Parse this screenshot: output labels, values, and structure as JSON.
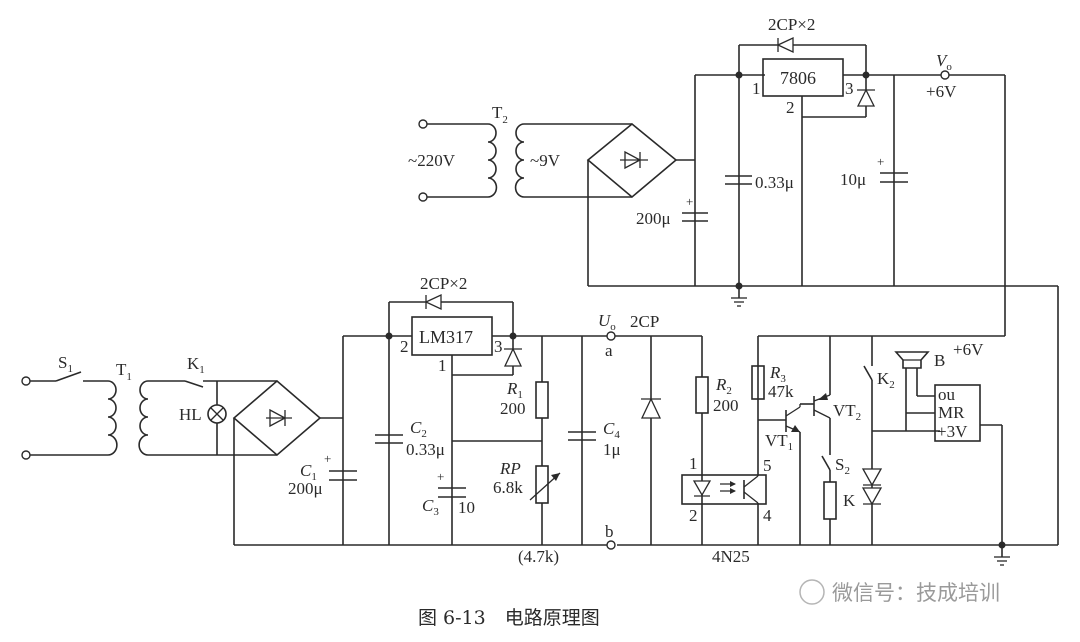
{
  "diagram": {
    "caption": "图 6-13　电路原理图",
    "watermark": "微信号：技成培训",
    "upper_supply": {
      "transformer": {
        "name": "T",
        "sub": "2",
        "primary": "~220V",
        "secondary": "~9V"
      },
      "filter_cap": "200μ",
      "regulator": {
        "name": "7806",
        "pin1": "1",
        "pin2": "2",
        "pin3": "3"
      },
      "protect_diodes": "2CP×2",
      "cap_in": "0.33μ",
      "cap_out": "10μ",
      "output": {
        "name": "V",
        "sub": "o",
        "value": "+6V"
      }
    },
    "lower_supply": {
      "switch": {
        "name": "S",
        "sub": "1"
      },
      "transformer": {
        "name": "T",
        "sub": "1"
      },
      "relay_contact": {
        "name": "K",
        "sub": "1"
      },
      "lamp": "HL",
      "c1": {
        "name": "C",
        "sub": "1",
        "value": "200μ"
      },
      "regulator": {
        "name": "LM317",
        "pin1": "1",
        "pin2": "2",
        "pin3": "3"
      },
      "protect_diodes": "2CP×2",
      "c2": {
        "name": "C",
        "sub": "2",
        "value": "0.33μ"
      },
      "c3": {
        "name": "C",
        "sub": "3",
        "value": "10"
      },
      "r1": {
        "name": "R",
        "sub": "1",
        "value": "200"
      },
      "rp": {
        "name": "RP",
        "value": "6.8k",
        "alt": "(4.7k)"
      },
      "c4": {
        "name": "C",
        "sub": "4",
        "value": "1μ"
      },
      "output": {
        "name": "U",
        "sub": "o",
        "terminal_a": "a",
        "terminal_b": "b"
      },
      "diode": "2CP"
    },
    "control": {
      "r2": {
        "name": "R",
        "sub": "2",
        "value": "200"
      },
      "optocoupler": {
        "name": "4N25",
        "pins": [
          "1",
          "2",
          "5",
          "4"
        ]
      },
      "r3": {
        "name": "R",
        "sub": "3",
        "value": "47k"
      },
      "vt1": {
        "name": "VT",
        "sub": "1"
      },
      "vt2": {
        "name": "VT",
        "sub": "2"
      },
      "s2": {
        "name": "S",
        "sub": "2"
      },
      "relay": "K",
      "k2": {
        "name": "K",
        "sub": "2"
      },
      "speaker": "B",
      "supply": "+6V",
      "music_ic": {
        "pin_out": "ou",
        "pin_mr": "MR",
        "pin_v": "+3V"
      }
    }
  }
}
